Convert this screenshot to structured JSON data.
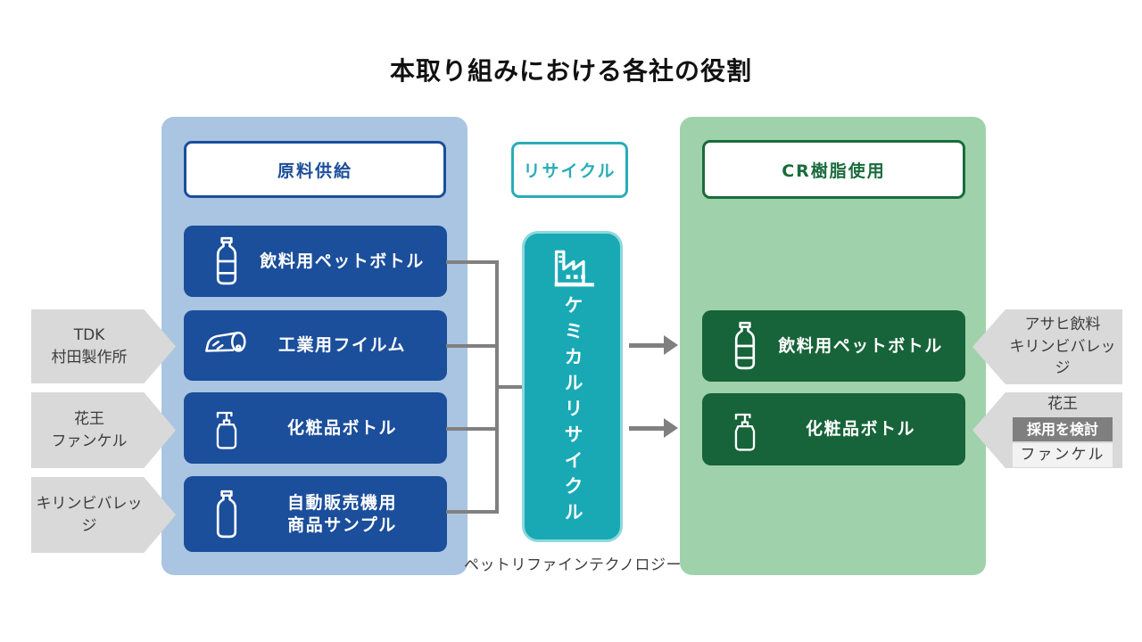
{
  "title": "本取り組みにおける各社の役割",
  "colors": {
    "panel_blue": "#aac5e2",
    "item_blue": "#1b4e9b",
    "teal_fill": "#18a9b5",
    "teal_border": "#8ed8dd",
    "teal_text": "#2aacb8",
    "panel_green": "#9fd2ab",
    "item_green": "#17633a",
    "header_green": "#1a6b3c",
    "arrow_gray": "#d9d9d9",
    "badge_gray": "#7f7f7f",
    "connector_gray": "#808080"
  },
  "supply": {
    "header": "原料供給",
    "items": [
      {
        "icon": "pet-bottle-icon",
        "lines": [
          "飲料用ペットボトル"
        ]
      },
      {
        "icon": "film-roll-icon",
        "lines": [
          "工業用フイルム"
        ]
      },
      {
        "icon": "pump-bottle-icon",
        "lines": [
          "化粧品ボトル"
        ]
      },
      {
        "icon": "sample-bottle-icon",
        "lines": [
          "自動販売機用",
          "商品サンプル"
        ]
      }
    ],
    "suppliers": [
      {
        "lines": [
          "TDK",
          "村田製作所"
        ]
      },
      {
        "lines": [
          "花王",
          "ファンケル"
        ]
      },
      {
        "lines": [
          "キリンビバレッジ"
        ]
      }
    ]
  },
  "recycle": {
    "header": "リサイクル",
    "process": "ケミカルリサイクル",
    "icon": "factory-icon",
    "company": "ペットリファインテクノロジー"
  },
  "usage": {
    "header": "CR樹脂使用",
    "items": [
      {
        "icon": "pet-bottle-icon",
        "lines": [
          "飲料用ペットボトル"
        ]
      },
      {
        "icon": "pump-bottle-icon",
        "lines": [
          "化粧品ボトル"
        ]
      }
    ],
    "users": [
      {
        "lines": [
          "アサヒ飲料",
          "キリンビバレッジ"
        ]
      },
      {
        "line1": "花王",
        "badge": "採用を検討",
        "line2": "ファンケル"
      }
    ]
  }
}
